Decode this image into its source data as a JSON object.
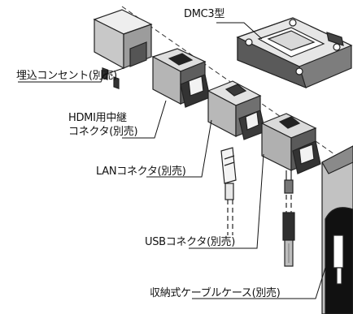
{
  "labels": {
    "plate": "DMC3型",
    "outlet": "埋込コンセント(別売)",
    "hdmi_line1": "HDMI用中継",
    "hdmi_line2": "コネクタ(別売)",
    "lan": "LANコネクタ(別売)",
    "usb": "USBコネクタ(別売)",
    "cable_case": "収納式ケーブルケース(別売)"
  }
}
